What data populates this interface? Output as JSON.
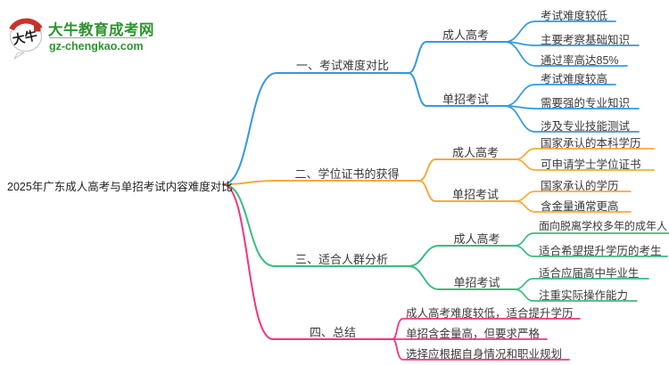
{
  "logo": {
    "mark_text": "大牛",
    "brand": "大牛教育成考网",
    "domain": "gz-chengkao.com"
  },
  "root": "2025年广东成人高考与单招考试内容难度对比",
  "colors": {
    "branch1_blue": "#3498e4",
    "branch2_orange": "#f5ab3d",
    "branch3_green": "#3bbc7d",
    "branch4_pink": "#f23580",
    "logo_green": "#2e9430",
    "text": "#3a3a3a"
  },
  "branches": [
    {
      "label": "一、考试难度对比",
      "color": "#3498e4",
      "groups": [
        {
          "label": "成人高考",
          "leaves": [
            "考试难度较低",
            "主要考察基础知识",
            "通过率高达85%"
          ]
        },
        {
          "label": "单招考试",
          "leaves": [
            "考试难度较高",
            "需要强的专业知识",
            "涉及专业技能测试"
          ]
        }
      ]
    },
    {
      "label": "二、学位证书的获得",
      "color": "#f5ab3d",
      "groups": [
        {
          "label": "成人高考",
          "leaves": [
            "国家承认的本科学历",
            "可申请学士学位证书"
          ]
        },
        {
          "label": "单招考试",
          "leaves": [
            "国家承认的学历",
            "含金量通常更高"
          ]
        }
      ]
    },
    {
      "label": "三、适合人群分析",
      "color": "#3bbc7d",
      "groups": [
        {
          "label": "成人高考",
          "leaves": [
            "面向脱离学校多年的成年人",
            "适合希望提升学历的考生"
          ]
        },
        {
          "label": "单招考试",
          "leaves": [
            "适合应届高中毕业生",
            "注重实际操作能力"
          ]
        }
      ]
    },
    {
      "label": "四、总结",
      "color": "#f23580",
      "leaves": [
        "成人高考难度较低，适合提升学历",
        "单招含金量高，但要求严格",
        "选择应根据自身情况和职业规划"
      ]
    }
  ]
}
